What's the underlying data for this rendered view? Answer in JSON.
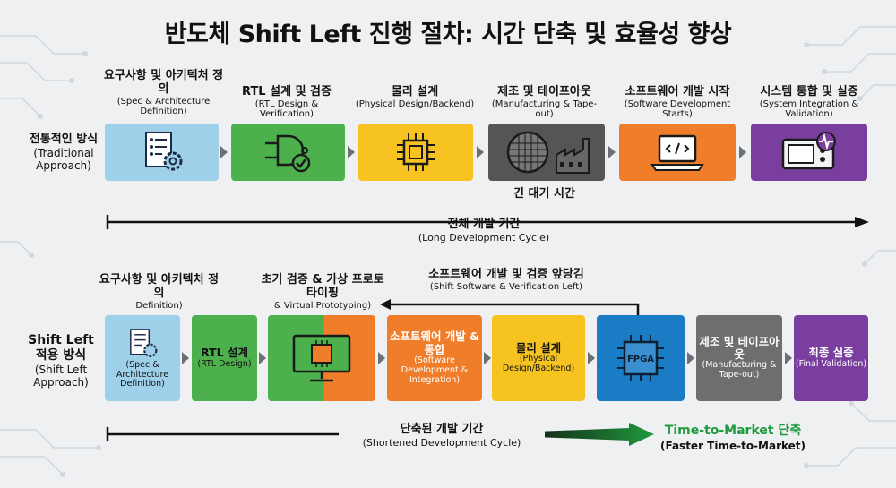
{
  "title": "반도체 Shift Left 진행 절차: 시간 단축 및 효율성 향상",
  "colors": {
    "blue": "#9fd0ea",
    "green": "#4cb04c",
    "yellow": "#f6c321",
    "gray": "#555555",
    "orange": "#f07d2a",
    "purple": "#7a3f9e",
    "deep_blue": "#1b7cc6",
    "dark_gray": "#6e6e6e",
    "accent_green": "#1f9a3d"
  },
  "traditional": {
    "row_label": {
      "ko": "전통적인 방식",
      "en": "(Traditional Approach)"
    },
    "steps": [
      {
        "ko": "요구사항 및 아키텍처 정의",
        "en": "(Spec & Architecture Definition)",
        "icon": "spec-gear-icon"
      },
      {
        "ko": "RTL 설계 및 검증",
        "en": "(RTL Design & Verification)",
        "icon": "logic-gate-check-icon"
      },
      {
        "ko": "물리 설계",
        "en": "(Physical Design/Backend)",
        "icon": "chip-icon"
      },
      {
        "ko": "제조 및 테이프아웃",
        "en": "(Manufacturing & Tape-out)",
        "icon": "wafer-factory-icon"
      },
      {
        "ko": "소프트웨어 개발 시작",
        "en": "(Software Development Starts)",
        "icon": "laptop-code-icon"
      },
      {
        "ko": "시스템 통합 및 실증",
        "en": "(System Integration & Validation)",
        "icon": "oscilloscope-icon"
      }
    ],
    "wait_label": "긴 대기 시간",
    "cycle": {
      "ko": "전체 개발 기간",
      "en": "(Long Development Cycle)"
    }
  },
  "shift_left": {
    "row_label": {
      "ko1": "Shift Left",
      "ko2": "적용 방식",
      "en": "(Shift Left Approach)"
    },
    "steps": [
      {
        "label_ko": "요구사항 및 아키텍처 정의",
        "label_en": "Definition)",
        "box_en": "(Spec & Architecture Definition)",
        "icon": "spec-gear-icon"
      },
      {
        "ko": "RTL 설계",
        "en": "(RTL Design)"
      },
      {
        "label_ko": "초기 검증 & 가상 프로토타이핑",
        "label_en": "& Virtual Prototyping)",
        "icon": "monitor-chip-icon"
      },
      {
        "ko": "소프트웨어 개발 & 통합",
        "en": "(Software Development & Integration)"
      },
      {
        "ko": "물리 설계",
        "en": "(Physical Design/Backend)"
      },
      {
        "ko": "FPGA",
        "icon": "fpga-chip-icon"
      },
      {
        "ko": "제조 및 테이프아웃",
        "en": "(Manufacturing & Tape-out)"
      },
      {
        "ko": "최종 실증",
        "en": "(Final Validation)"
      }
    ],
    "shift_note": {
      "ko": "소프트웨어 개발 및 검증 앞당김",
      "en": "(Shift Software & Verification Left)"
    },
    "cycle": {
      "ko": "단축된 개발 기간",
      "en": "(Shortened Development Cycle)"
    },
    "ttm": {
      "ko": "Time-to-Market 단축",
      "en": "(Faster Time-to-Market)"
    }
  }
}
